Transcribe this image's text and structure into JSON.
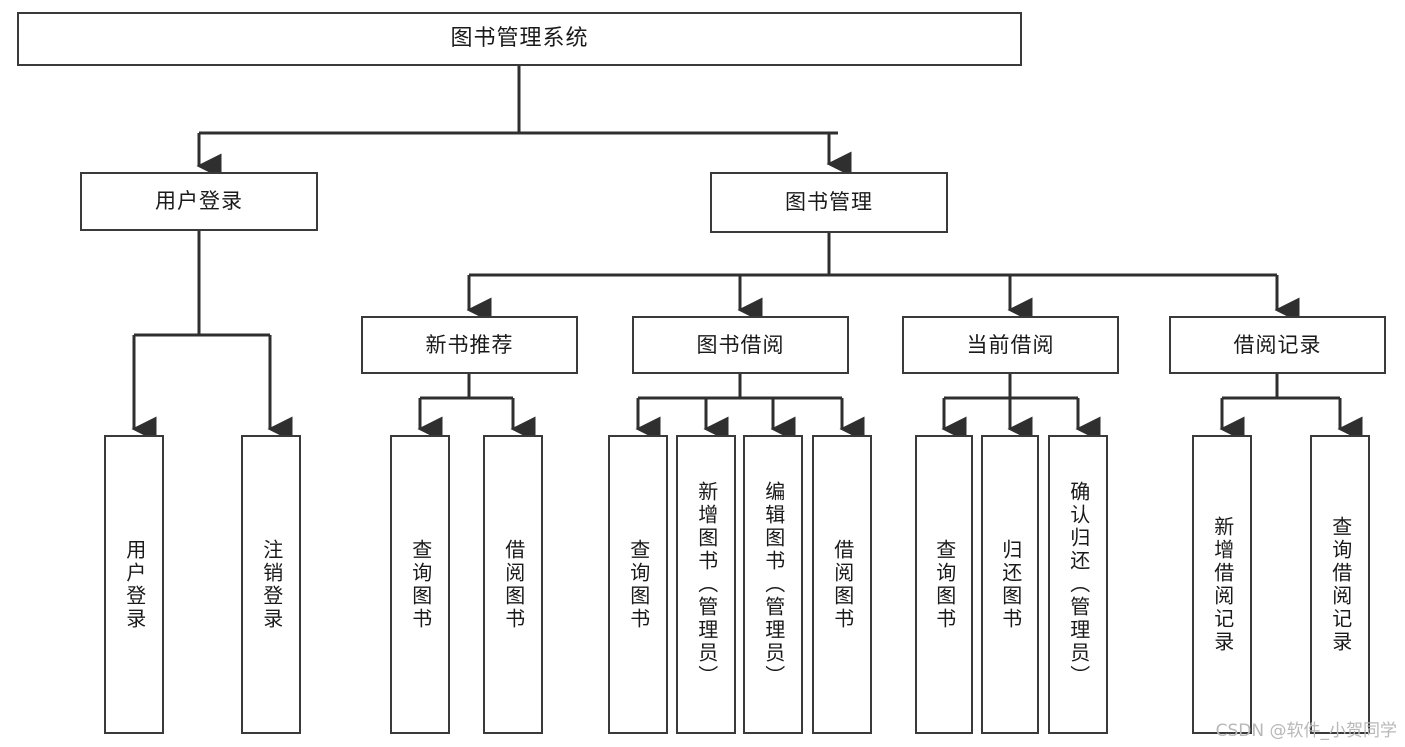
{
  "diagram": {
    "type": "tree",
    "title": "图书管理系统",
    "watermark": "CSDN @软件_小贺同学",
    "colors": {
      "stroke": "#3a3a3a",
      "fill": "#ffffff",
      "text": "#1a1a1a",
      "watermark": "#b8b8b8"
    },
    "levels": {
      "root": {
        "label": "图书管理系统"
      },
      "level2": [
        {
          "label": "用户登录"
        },
        {
          "label": "图书管理"
        }
      ],
      "level3": [
        {
          "label": "新书推荐"
        },
        {
          "label": "图书借阅"
        },
        {
          "label": "当前借阅"
        },
        {
          "label": "借阅记录"
        }
      ],
      "leaves": {
        "user_login": [
          {
            "label": "用户登录"
          },
          {
            "label": "注销登录"
          }
        ],
        "new_book_recommend": [
          {
            "label": "查询图书"
          },
          {
            "label": "借阅图书"
          }
        ],
        "book_borrow": [
          {
            "label": "查询图书"
          },
          {
            "label": "新增图书（管理员）"
          },
          {
            "label": "编辑图书（管理员）"
          },
          {
            "label": "借阅图书"
          }
        ],
        "current_borrow": [
          {
            "label": "查询图书"
          },
          {
            "label": "归还图书"
          },
          {
            "label": "确认归还（管理员）"
          }
        ],
        "borrow_records": [
          {
            "label": "新增借阅记录"
          },
          {
            "label": "查询借阅记录"
          }
        ]
      }
    }
  }
}
